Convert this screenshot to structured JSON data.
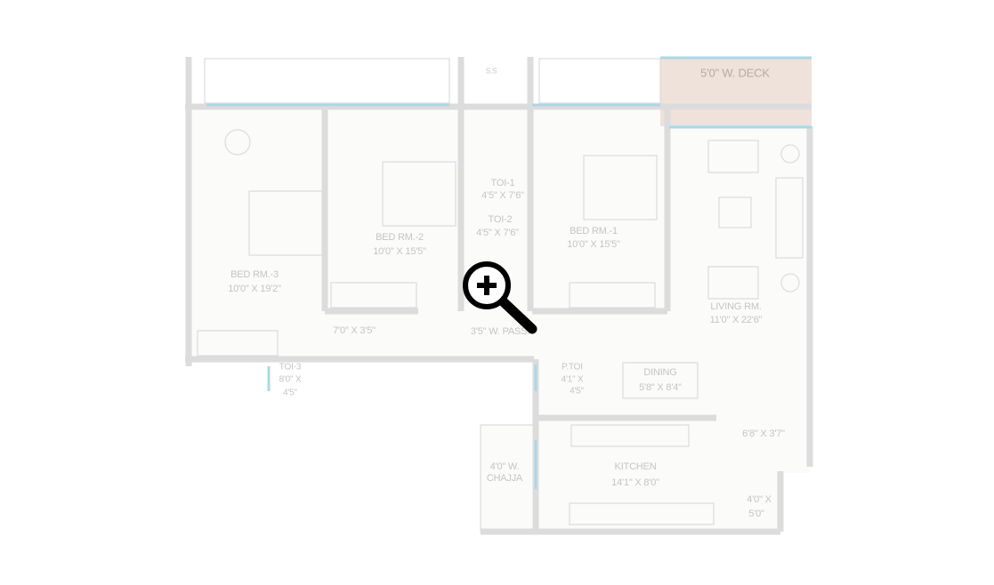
{
  "floor_plan": {
    "deck": "5'0\" W. DECK",
    "ss": "S.S",
    "toi1": {
      "name": "TOI-1",
      "size": "4'5\" X 7'6\""
    },
    "toi2": {
      "name": "TOI-2",
      "size": "4'5\" X 7'6\""
    },
    "bed2": {
      "name": "BED RM.-2",
      "size": "10'0\" X 15'5\""
    },
    "bed1": {
      "name": "BED RM.-1",
      "size": "10'0\" X 15'5\""
    },
    "bed3": {
      "name": "BED RM.-3",
      "size": "10'0\" X 19'2\""
    },
    "living": {
      "name": "LIVING RM.",
      "size": "11'0\" X 22'6\""
    },
    "lobby": "7'0\" X 3'5\"",
    "passage": "3'5\" W. PASS.",
    "dining": {
      "name": "DINING",
      "size": "5'8\" X 8'4\""
    },
    "toi3": {
      "name": "TOI-3",
      "size_a": "8'0\" X",
      "size_b": "4'5\""
    },
    "ptoi": {
      "name": "P.TOI",
      "size_a": "4'1\" X",
      "size_b": "4'5\""
    },
    "foyer": "6'8\" X 3'7\"",
    "chajja": {
      "line1": "4'0\" W.",
      "line2": "CHAJJA"
    },
    "kitchen": {
      "name": "KITCHEN",
      "size": "14'1\" X 8'0\""
    },
    "utility": {
      "line1": "4'0\" X",
      "line2": "5'0\""
    }
  },
  "overlay": {
    "icon": "zoom-in-icon"
  },
  "colors": {
    "wall": "#dcdcdc",
    "window": "#a9d8e8",
    "deck": "#eee2da",
    "text": "#c4c4c4"
  }
}
